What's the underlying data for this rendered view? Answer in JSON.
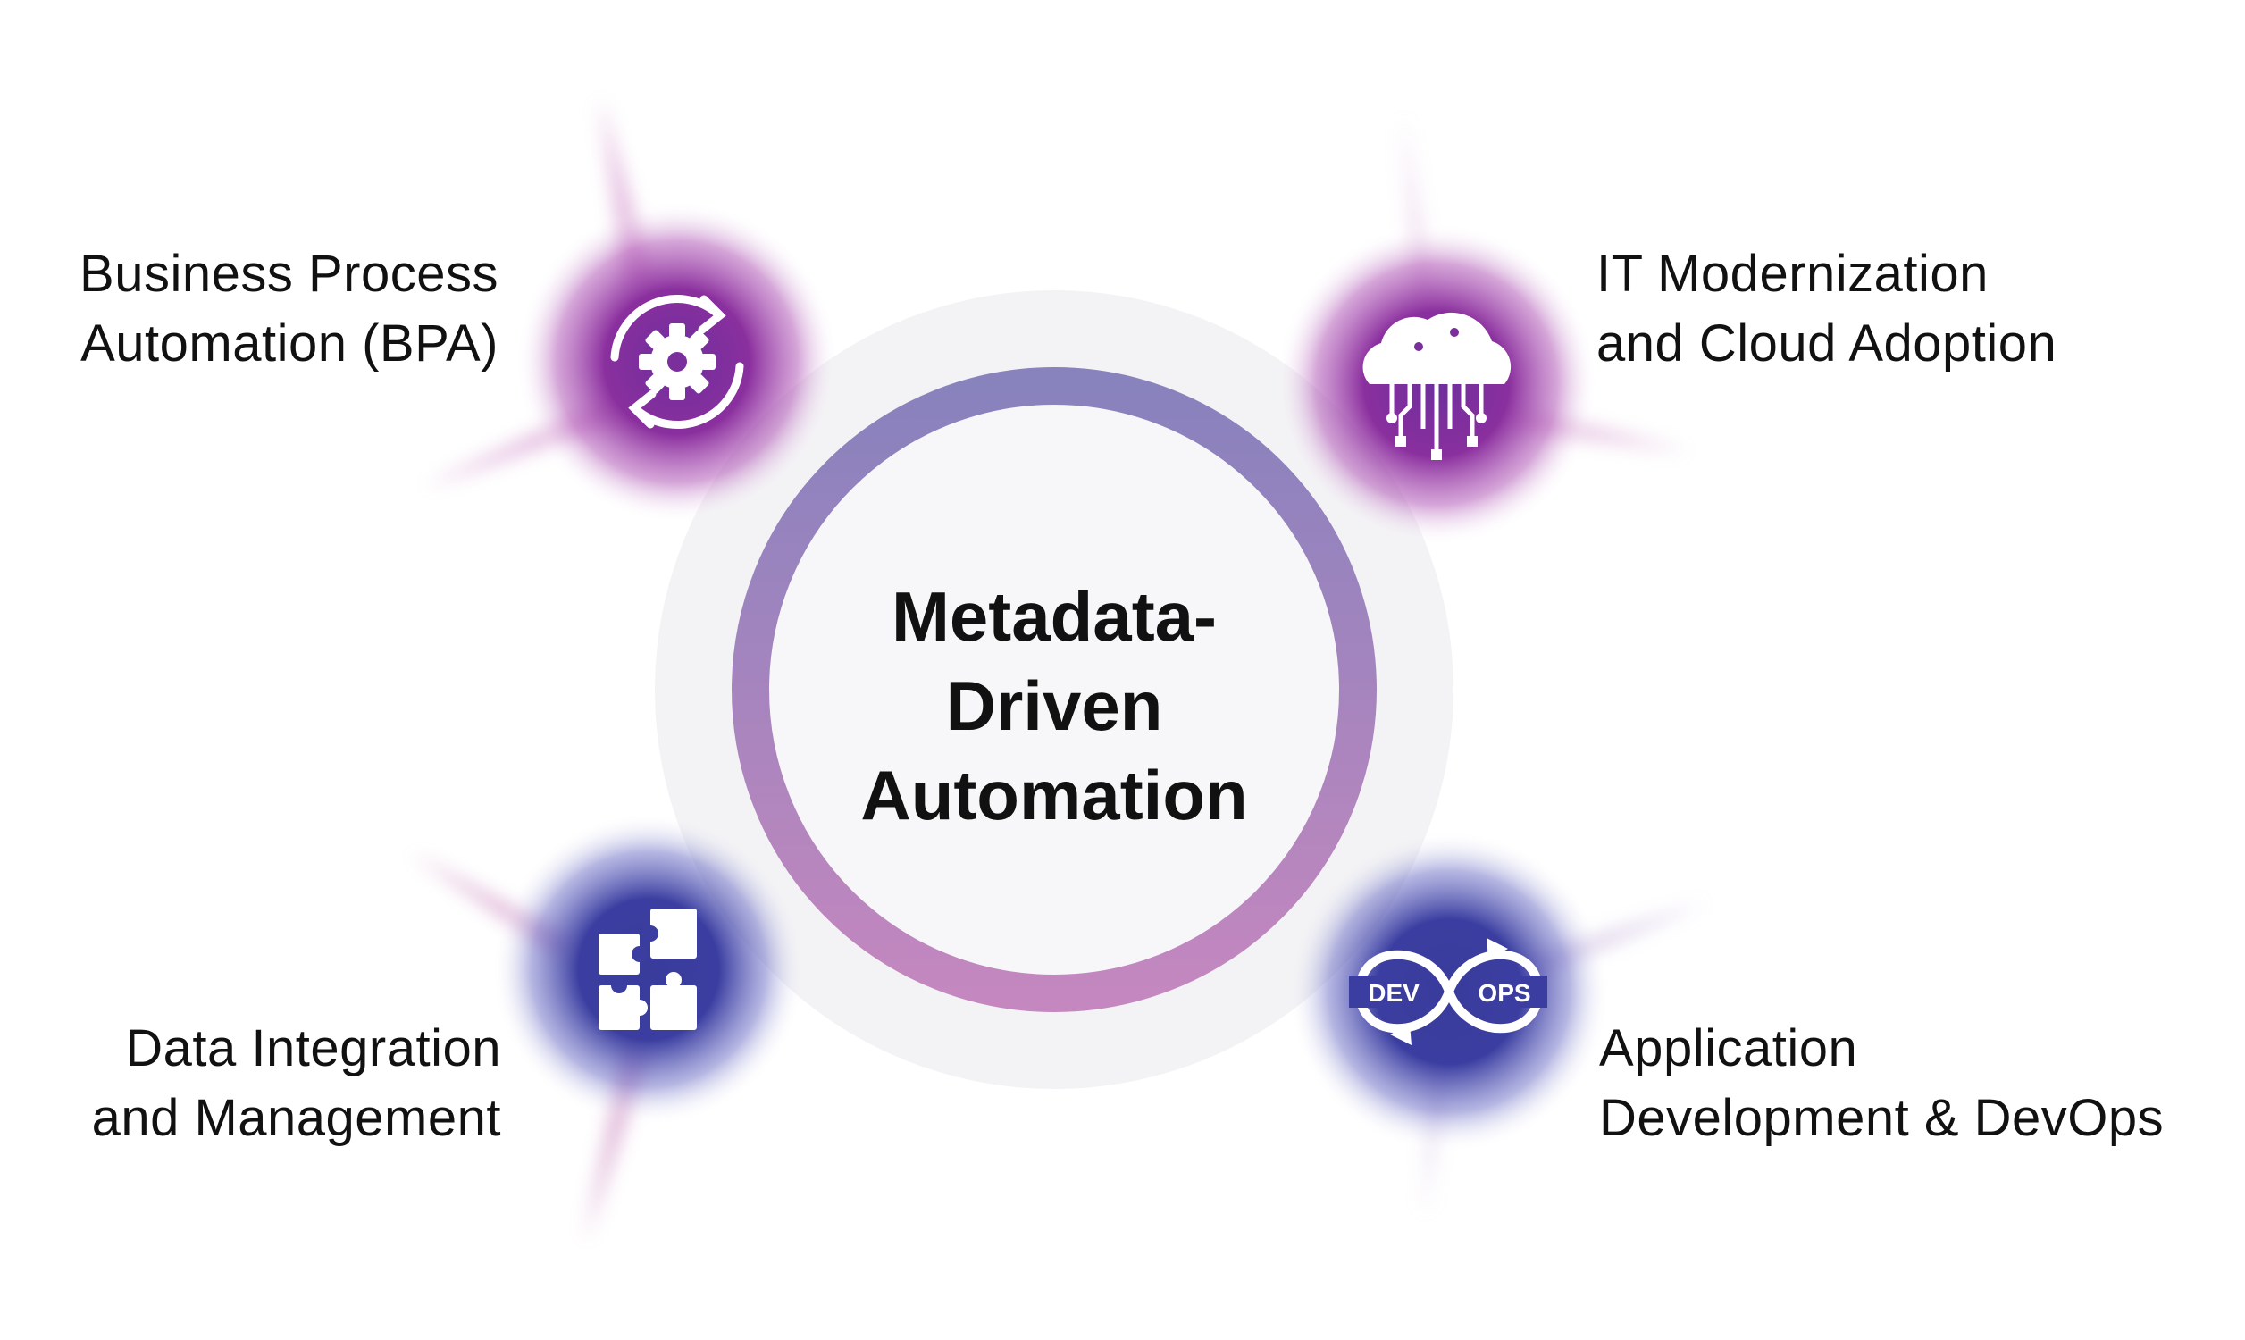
{
  "center": {
    "title_lines": [
      "Metadata-",
      "Driven",
      "Automation"
    ]
  },
  "nodes": [
    {
      "id": "bpa",
      "icon": "gear-cycle-icon",
      "label_lines": [
        "Business Process",
        "Automation (BPA)"
      ]
    },
    {
      "id": "it-cloud",
      "icon": "cloud-circuit-icon",
      "label_lines": [
        "IT Modernization",
        "and Cloud Adoption"
      ]
    },
    {
      "id": "data-integration",
      "icon": "puzzle-icon",
      "label_lines": [
        "Data Integration",
        "and Management"
      ]
    },
    {
      "id": "devops",
      "icon": "devops-loop-icon",
      "label_lines": [
        "Application",
        "Development & DevOps"
      ],
      "icon_text": [
        "DEV",
        "OPS"
      ]
    }
  ],
  "colors": {
    "ring_top": "#8882bd",
    "ring_bottom": "#c487bf",
    "halo": "#f3f3f5",
    "purple_glow": "#8a2f9e",
    "blue_glow": "#3b3ea0",
    "text": "#111111"
  }
}
